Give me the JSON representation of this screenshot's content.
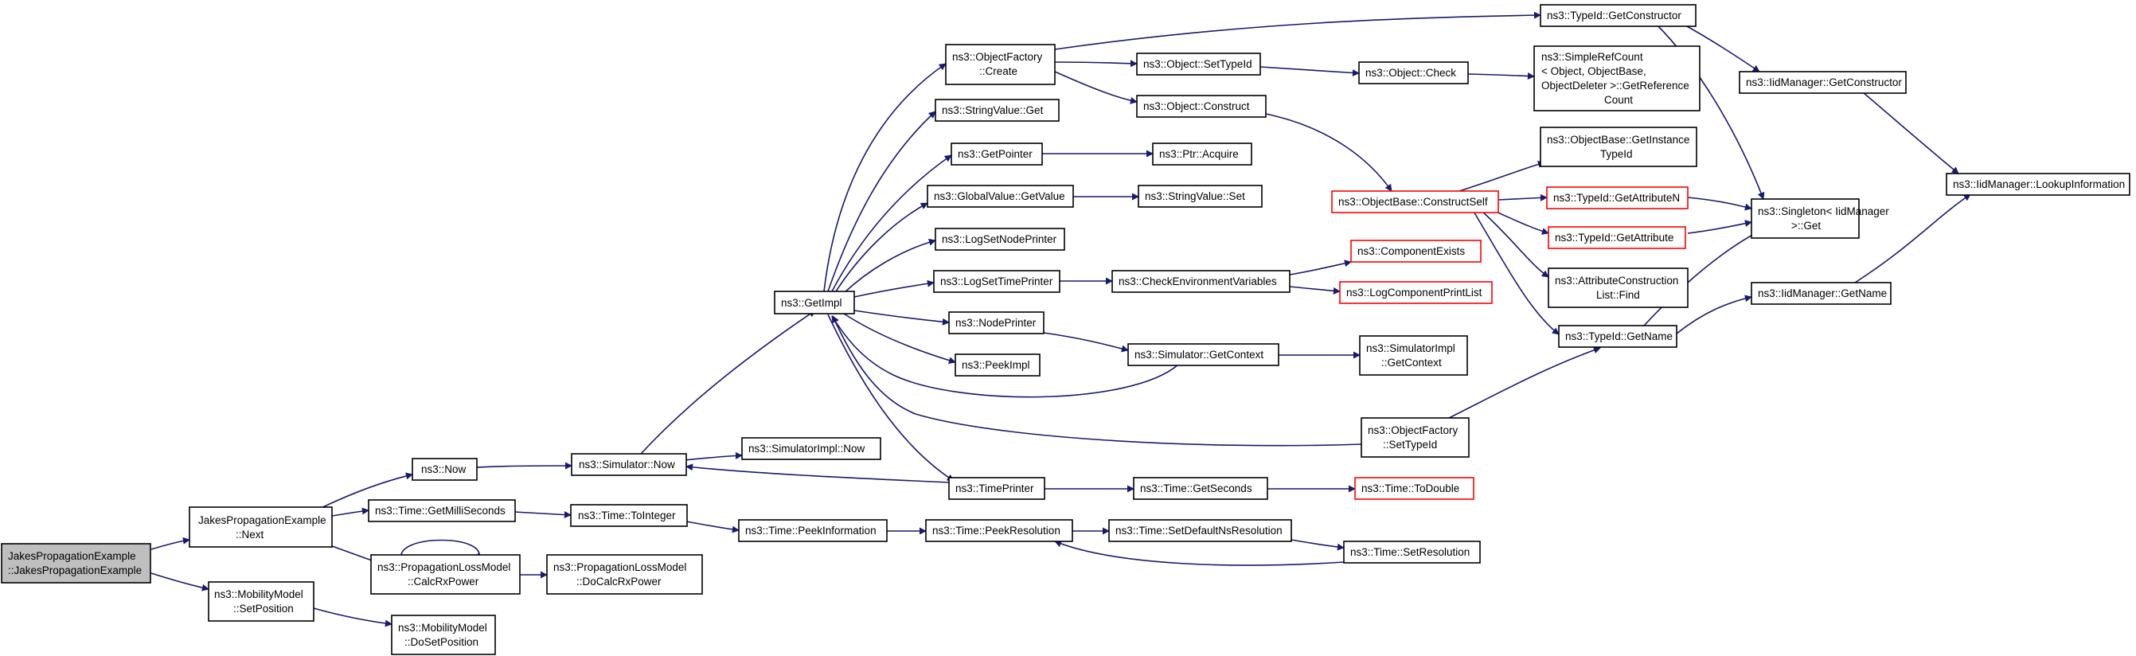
{
  "colors": {
    "edge": "#191970",
    "node_border": "#000000",
    "truncated_node_border": "#ff0000",
    "root_fill": "#bfbfbf",
    "node_fill": "#ffffff"
  },
  "nodes": {
    "root": [
      "JakesPropagationExample",
      "::JakesPropagationExample"
    ],
    "next": [
      "JakesPropagationExample",
      "::Next"
    ],
    "mm_setposition": [
      "ns3::MobilityModel",
      "::SetPosition"
    ],
    "mm_dosetposition": [
      "ns3::MobilityModel",
      "::DoSetPosition"
    ],
    "now": [
      "ns3::Now"
    ],
    "getmilliseconds": [
      "ns3::Time::GetMilliSeconds"
    ],
    "calcrxpower": [
      "ns3::PropagationLossModel",
      "::CalcRxPower"
    ],
    "docalcrxpower": [
      "ns3::PropagationLossModel",
      "::DoCalcRxPower"
    ],
    "sim_now": [
      "ns3::Simulator::Now"
    ],
    "simimpl_now": [
      "ns3::SimulatorImpl::Now"
    ],
    "tointeger": [
      "ns3::Time::ToInteger"
    ],
    "peekinformation": [
      "ns3::Time::PeekInformation"
    ],
    "peekresolution": [
      "ns3::Time::PeekResolution"
    ],
    "setdefaultns": [
      "ns3::Time::SetDefaultNsResolution"
    ],
    "setresolution": [
      "ns3::Time::SetResolution"
    ],
    "getimpl": [
      "ns3::GetImpl"
    ],
    "of_create": [
      "ns3::ObjectFactory",
      "::Create"
    ],
    "stringvalue_get": [
      "ns3::StringValue::Get"
    ],
    "getpointer": [
      "ns3::GetPointer"
    ],
    "globalvalue_getvalue": [
      "ns3::GlobalValue::GetValue"
    ],
    "logsetnodeprinter": [
      "ns3::LogSetNodePrinter"
    ],
    "logsettimeprinter": [
      "ns3::LogSetTimePrinter"
    ],
    "nodeprinter": [
      "ns3::NodePrinter"
    ],
    "peekimpl": [
      "ns3::PeekImpl"
    ],
    "timeprinter": [
      "ns3::TimePrinter"
    ],
    "obj_settypeid": [
      "ns3::Object::SetTypeId"
    ],
    "obj_construct": [
      "ns3::Object::Construct"
    ],
    "ptr_acquire": [
      "ns3::Ptr::Acquire"
    ],
    "stringvalue_set": [
      "ns3::StringValue::Set"
    ],
    "checkenv": [
      "ns3::CheckEnvironmentVariables"
    ],
    "sim_getcontext": [
      "ns3::Simulator::GetContext"
    ],
    "time_getseconds": [
      "ns3::Time::GetSeconds"
    ],
    "typeid_getconstructor": [
      "ns3::TypeId::GetConstructor"
    ],
    "obj_check": [
      "ns3::Object::Check"
    ],
    "simplerefcount": [
      "ns3::SimpleRefCount",
      "< Object, ObjectBase,",
      "ObjectDeleter >::GetReference",
      "Count"
    ],
    "objectbase_getinstancetypeid": [
      "ns3::ObjectBase::GetInstance",
      "TypeId"
    ],
    "constructself": [
      "ns3::ObjectBase::ConstructSelf"
    ],
    "componentexists": [
      "ns3::ComponentExists"
    ],
    "logcomponentprintlist": [
      "ns3::LogComponentPrintList"
    ],
    "simimpl_getcontext": [
      "ns3::SimulatorImpl",
      "::GetContext"
    ],
    "of_settypeid": [
      "ns3::ObjectFactory",
      "::SetTypeId"
    ],
    "time_todouble": [
      "ns3::Time::ToDouble"
    ],
    "typeid_getattributen": [
      "ns3::TypeId::GetAttributeN"
    ],
    "typeid_getattribute": [
      "ns3::TypeId::GetAttribute"
    ],
    "attrconstruction_find": [
      "ns3::AttributeConstruction",
      "List::Find"
    ],
    "typeid_getname": [
      "ns3::TypeId::GetName"
    ],
    "iidmanager_getconstructor": [
      "ns3::IidManager::GetConstructor"
    ],
    "singleton_get": [
      "ns3::Singleton< IidManager",
      ">::Get"
    ],
    "iidmanager_getname": [
      "ns3::IidManager::GetName"
    ],
    "iidmanager_lookupinformation": [
      "ns3::IidManager::LookupInformation"
    ]
  }
}
